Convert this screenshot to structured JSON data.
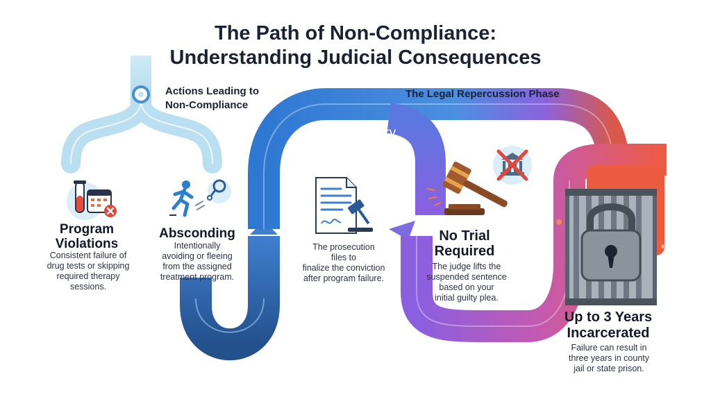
{
  "title": {
    "line1": "The Path of Non-Compliance:",
    "line2": "Understanding Judicial Consequences"
  },
  "sections": {
    "actions_line1": "Actions Leading to",
    "actions_line2": "Non-Compliance",
    "legal": "The Legal Repercussion Phase"
  },
  "steps": {
    "violations": {
      "head1": "Program",
      "head2": "Violations",
      "desc": [
        "Consistent failure of",
        "drug tests or skipping",
        "required therapy",
        "sessions."
      ]
    },
    "absconding": {
      "head": "Absconding",
      "desc": [
        "Intentionally",
        "avoiding or fleeing",
        "from the assigned",
        "treatment program."
      ]
    },
    "motion": {
      "head1": "Motion for Entry",
      "head2": "of Judgment",
      "desc": [
        "The prosecution",
        "files to",
        "finalize the conviction",
        "after program failure."
      ]
    },
    "no_trial": {
      "head1": "No Trial",
      "head2": "Required",
      "desc": [
        "The judge lifts the",
        "suspended sentence",
        "based on your",
        "initial guilty plea."
      ]
    },
    "incarcerated": {
      "head1": "Up to 3 Years",
      "head2": "Incarcerated",
      "desc": [
        "Failure can result in",
        "three years in county",
        "jail or state prison."
      ]
    }
  },
  "icons": [
    "test-tube-icon",
    "calendar-x-icon",
    "running-person-icon",
    "handcuffs-icon",
    "document-gavel-icon",
    "gavel-icon",
    "courthouse-crossed-icon",
    "jail-padlock-icon"
  ],
  "colors": {
    "path_blue_light": "#bfe3f2",
    "path_blue": "#3d87d8",
    "path_navy": "#2a5592",
    "path_purple": "#8b5fe0",
    "path_red": "#e85a44",
    "cross_red": "#e2463a",
    "text_dark": "#1b2233"
  }
}
